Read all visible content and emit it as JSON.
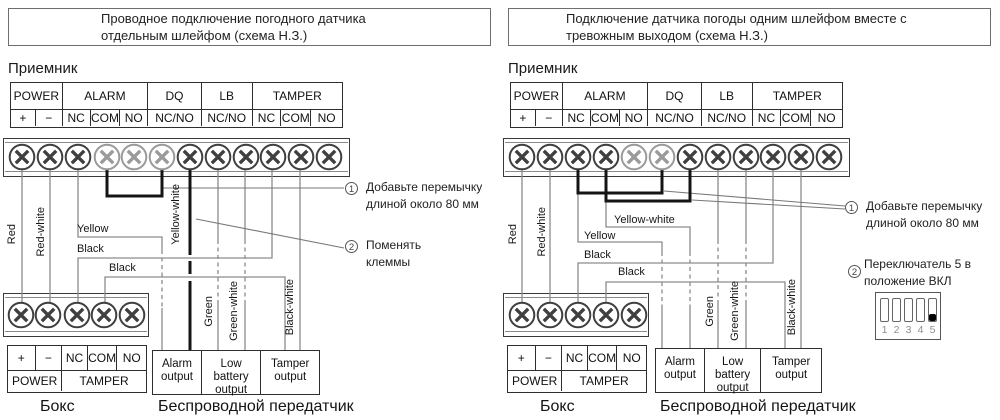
{
  "left": {
    "title_line1": "Проводное подключение погодного датчика",
    "title_line2": "отдельным шлейфом (схема Н.З.)",
    "note1_num": "1",
    "note1_line1": "Добавьте перемычку",
    "note1_line2": "длиной около 80 мм",
    "note2_num": "2",
    "note2_line1": "Поменять",
    "note2_line2": "клеммы"
  },
  "right": {
    "title_line1": "Подключение датчика погоды  одним шлейфом вместе с",
    "title_line2": "тревожным выходом (схема Н.З.)",
    "note1_num": "1",
    "note1_line1": "Добавьте перемычку",
    "note1_line2": "длиной около 80 мм",
    "note2_num": "2",
    "note2_line1": "Переключатель 5 в",
    "note2_line2": "положение ВКЛ",
    "dip_numbers": [
      "1",
      "2",
      "3",
      "4",
      "5"
    ]
  },
  "receiver": {
    "label": "Приемник",
    "groups": [
      "POWER",
      "ALARM",
      "DQ",
      "LB",
      "TAMPER"
    ],
    "terminals": [
      "+",
      "−",
      "NC",
      "COM",
      "NO",
      "NC/NO",
      "NC/NO",
      "NC",
      "COM",
      "NO"
    ]
  },
  "box": {
    "label": "Бокс",
    "row1": [
      "+",
      "−",
      "NC",
      "COM",
      "NO"
    ],
    "row2": [
      "POWER",
      "TAMPER"
    ]
  },
  "transmitter": {
    "label": "Беспроводной передатчик",
    "outputs": [
      "Alarm output",
      "Low battery output",
      "Tamper output"
    ]
  },
  "wires": {
    "red": "Red",
    "red_white": "Red-white",
    "yellow": "Yellow",
    "yellow_white": "Yellow-white",
    "black": "Black",
    "green": "Green",
    "green_white": "Green-white",
    "black_white": "Black-white"
  },
  "colors": {
    "thin_wire": "#8c8c8c",
    "thick_wire": "#141414",
    "leader": "#777777",
    "border": "#2e2e2e"
  }
}
